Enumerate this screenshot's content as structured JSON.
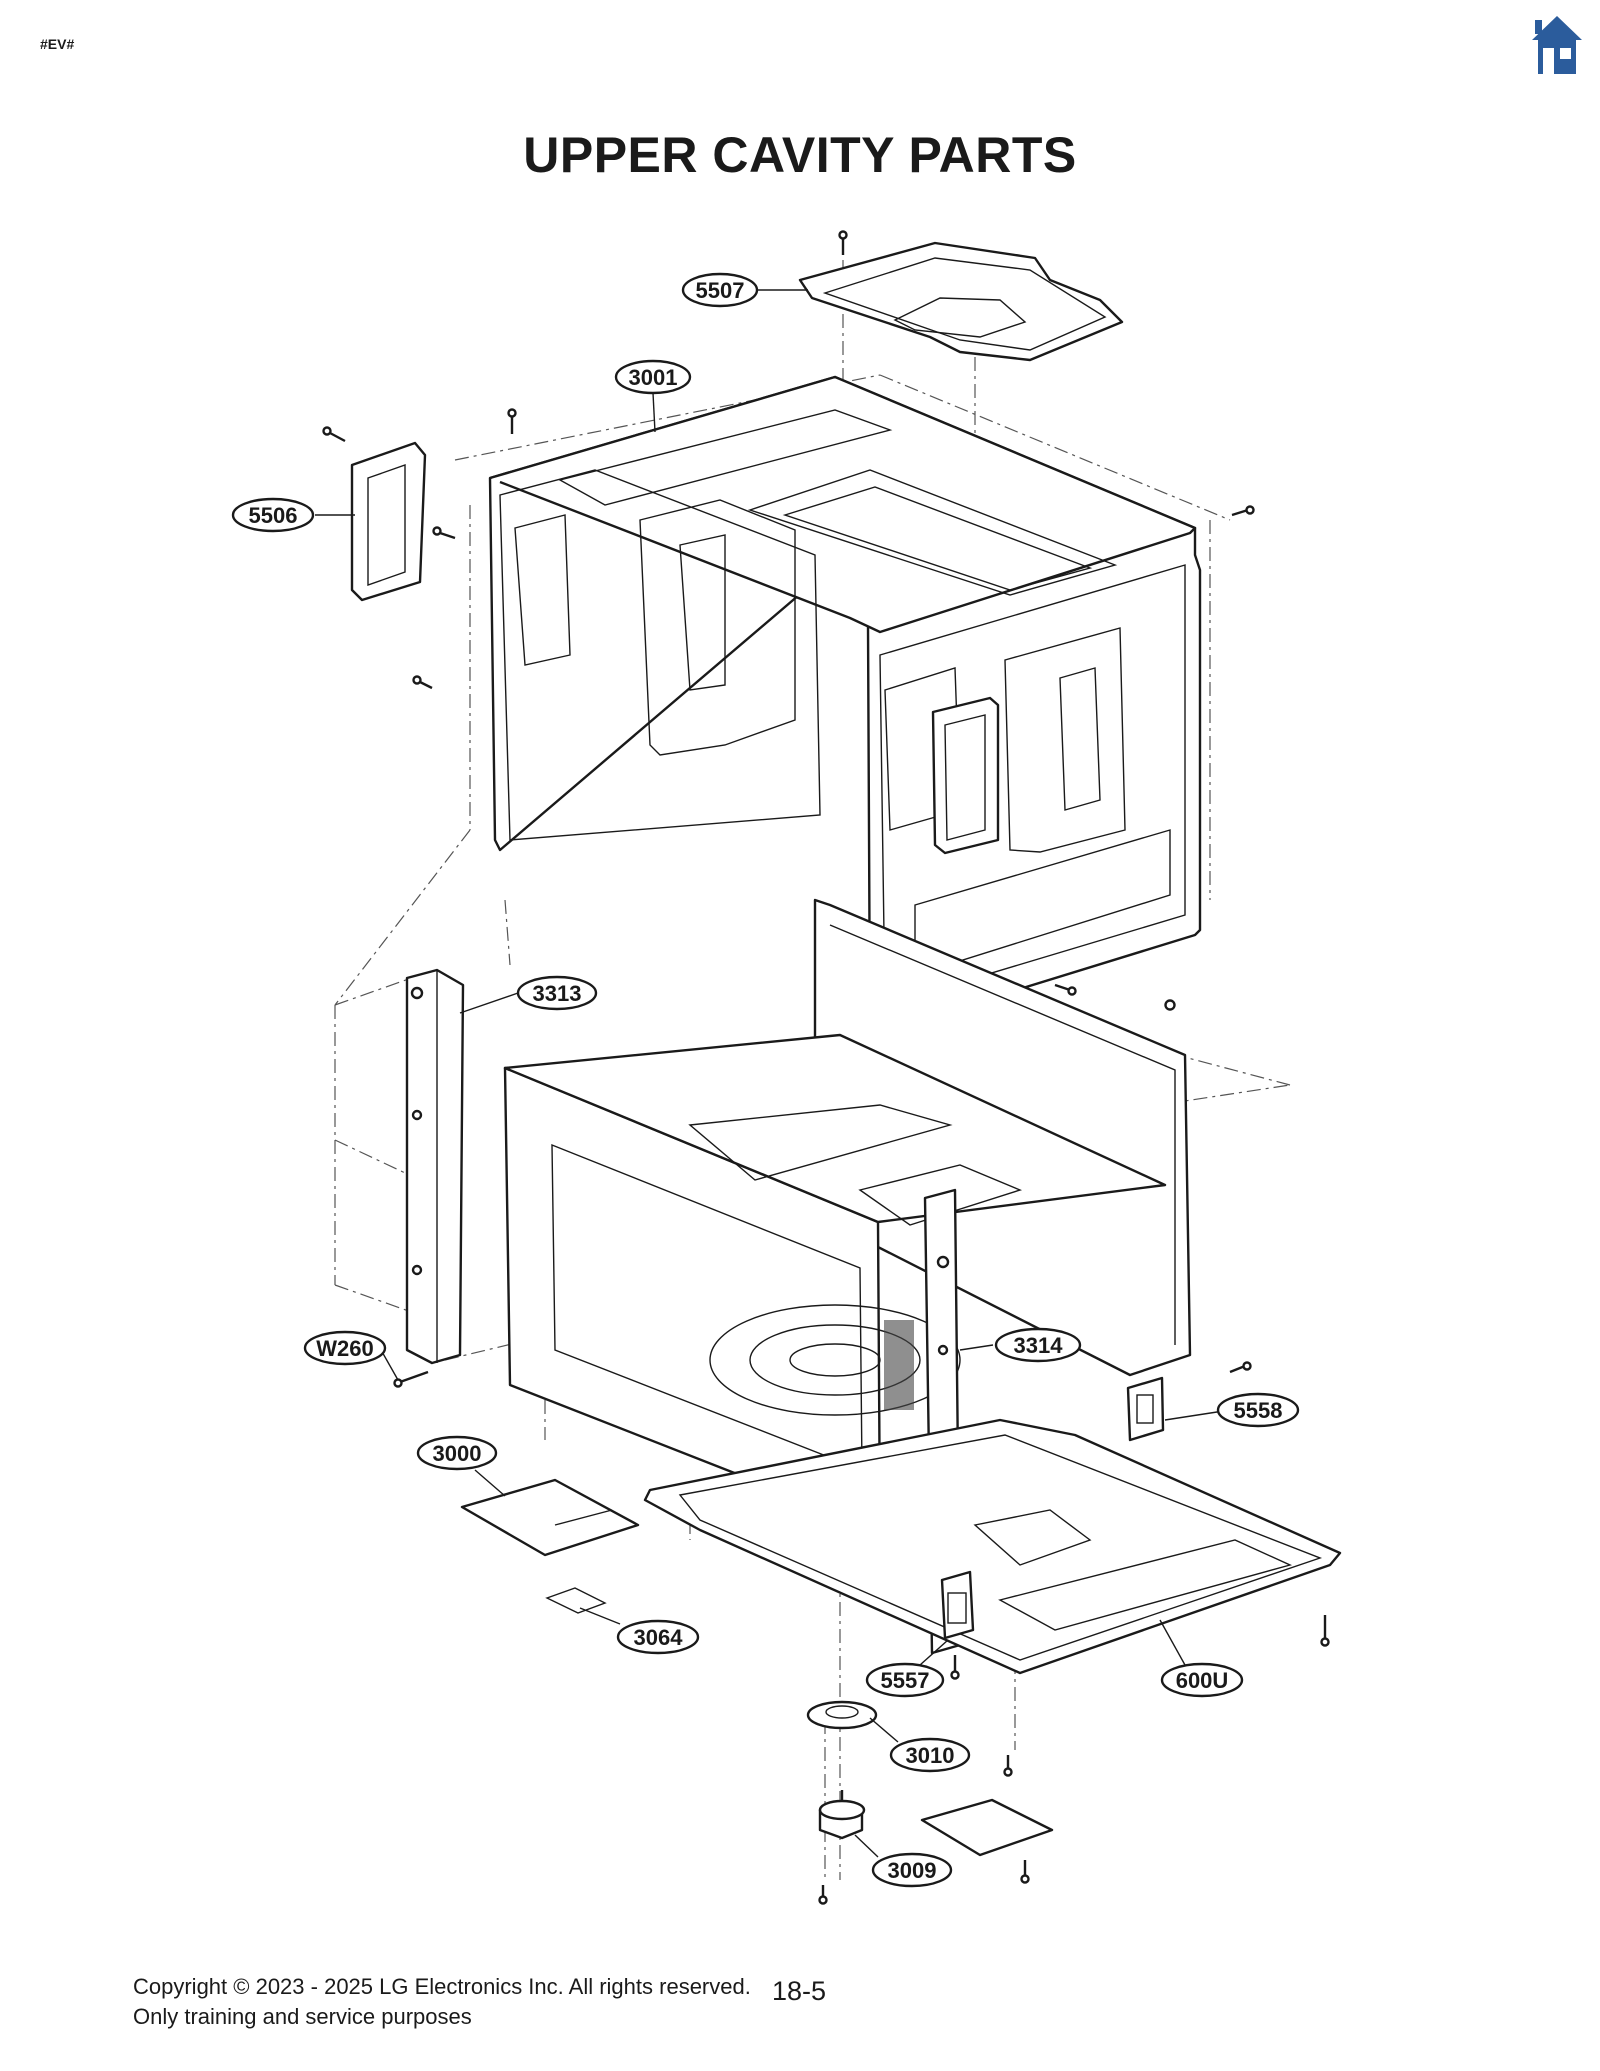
{
  "page_tag": "#EV#",
  "title": "UPPER CAVITY PARTS",
  "home_icon": "home-icon",
  "footer": {
    "copyright": "Copyright © 2023 - 2025 LG Electronics Inc. All rights reserved.",
    "purpose": "Only training and service purposes"
  },
  "page_number": "18-5",
  "callouts": {
    "c5507": "5507",
    "c3001": "3001",
    "c5506": "5506",
    "c3313": "3313",
    "cW260": "W260",
    "c3314": "3314",
    "c5558": "5558",
    "c3000": "3000",
    "c3064": "3064",
    "c5557": "5557",
    "c600U": "600U",
    "c3010": "3010",
    "c3009": "3009"
  },
  "colors": {
    "home_icon": "#2b5c9c",
    "line": "#1a1a1a"
  }
}
